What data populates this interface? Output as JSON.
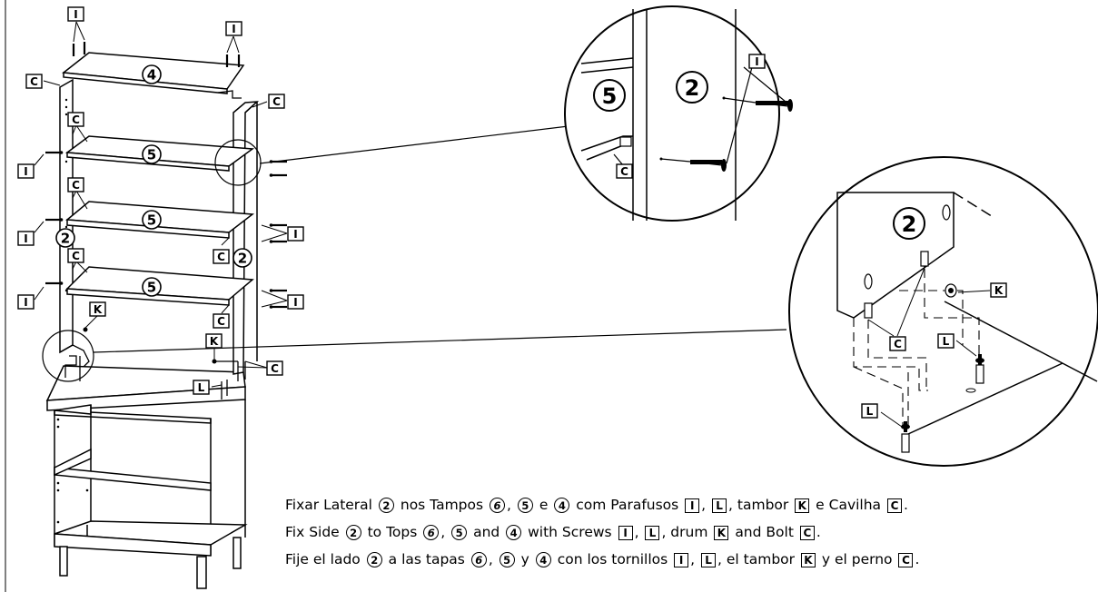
{
  "parts": {
    "side": "2",
    "top6": "6",
    "top5": "5",
    "top4": "4",
    "screw": "I",
    "screw_l": "L",
    "drum": "K",
    "bolt": "C"
  },
  "instructions": [
    {
      "t1": "Fixar Lateral",
      "t2": "nos Tampos",
      "t3": ",",
      "t4": "e",
      "t5": "com Parafusos",
      "t6": ",",
      "t7": ", tambor",
      "t8": "e Cavilha",
      "t9": "."
    },
    {
      "t1": "Fix Side",
      "t2": "to Tops",
      "t3": ",",
      "t4": "and",
      "t5": "with Screws",
      "t6": ",",
      "t7": ", drum",
      "t8": "and Bolt",
      "t9": "."
    },
    {
      "t1": "Fije el lado",
      "t2": "a las tapas",
      "t3": ",",
      "t4": "y",
      "t5": "con los tornillos",
      "t6": ",",
      "t7": ", el tambor",
      "t8": "y el perno",
      "t9": "."
    }
  ]
}
